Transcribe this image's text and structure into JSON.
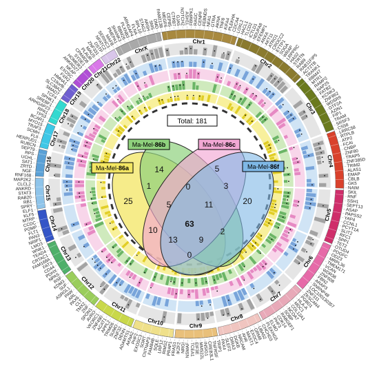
{
  "total": {
    "label": "Total: 181"
  },
  "colors": {
    "ring_grey": "#cfcfcf",
    "ring_yellow": "#f2e34a",
    "ring_green": "#a7d987",
    "ring_pink": "#f2b4d8",
    "ring_blue": "#a9cdec",
    "bar_yellow": "#d9c300",
    "bar_green": "#4aa34a",
    "bar_pink": "#e06fb6",
    "bar_blue": "#5b8fd0",
    "bar_grey": "#8c8c8c"
  },
  "sets": [
    {
      "prefix": "Ma-Mel-",
      "suffix": "86a",
      "fill": "#f3e663",
      "stroke": "#222222"
    },
    {
      "prefix": "Ma-Mel-",
      "suffix": "86b",
      "fill": "#8fd17d",
      "stroke": "#222222"
    },
    {
      "prefix": "Ma-Mel-",
      "suffix": "86c",
      "fill": "#f2a8d4",
      "stroke": "#222222"
    },
    {
      "prefix": "Ma-Mel-",
      "suffix": "86f",
      "fill": "#7fb8e6",
      "stroke": "#222222"
    }
  ],
  "venn_counts": [
    {
      "region": "a",
      "value": "25"
    },
    {
      "region": "b",
      "value": "14"
    },
    {
      "region": "c",
      "value": "5"
    },
    {
      "region": "f",
      "value": "20"
    },
    {
      "region": "ab",
      "value": "1"
    },
    {
      "region": "bc",
      "value": "0"
    },
    {
      "region": "cf",
      "value": "3"
    },
    {
      "region": "abc",
      "value": "5"
    },
    {
      "region": "bcf",
      "value": "11"
    },
    {
      "region": "abcf",
      "value": "63"
    },
    {
      "region": "ac",
      "value": "10"
    },
    {
      "region": "bf",
      "value": "2"
    },
    {
      "region": "acf",
      "value": "13"
    },
    {
      "region": "abf",
      "value": "9"
    },
    {
      "region": "af",
      "value": "0"
    }
  ],
  "chromosomes": [
    {
      "name": "Chr1",
      "color": "#a8893f",
      "size": 249
    },
    {
      "name": "Chr2",
      "color": "#8a7a2e",
      "size": 243
    },
    {
      "name": "Chr3",
      "color": "#6b7a1e",
      "size": 198
    },
    {
      "name": "Chr4",
      "color": "#d9412c",
      "size": 191
    },
    {
      "name": "Chr5",
      "color": "#cf2e6a",
      "size": 181
    },
    {
      "name": "Chr6",
      "color": "#e66aa8",
      "size": 171
    },
    {
      "name": "Chr7",
      "color": "#e8a9b8",
      "size": 159
    },
    {
      "name": "Chr8",
      "color": "#f0c5c0",
      "size": 146
    },
    {
      "name": "Chr9",
      "color": "#e9c07a",
      "size": 141
    },
    {
      "name": "Chr10",
      "color": "#efe08a",
      "size": 136
    },
    {
      "name": "Chr11",
      "color": "#c9d84a",
      "size": 135
    },
    {
      "name": "Chr12",
      "color": "#9acd5c",
      "size": 134
    },
    {
      "name": "Chr13",
      "color": "#4fb06a",
      "size": 115
    },
    {
      "name": "Chr14",
      "color": "#3455c7",
      "size": 107
    },
    {
      "name": "Chr15",
      "color": "#8fc4ea",
      "size": 102
    },
    {
      "name": "Chr16",
      "color": "#5aa0d6",
      "size": 90
    },
    {
      "name": "Chr17",
      "color": "#3fc7e6",
      "size": 83
    },
    {
      "name": "Chr18",
      "color": "#33d9d0",
      "size": 80
    },
    {
      "name": "Chr19",
      "color": "#6f5fd0",
      "size": 59
    },
    {
      "name": "Chr20",
      "color": "#b14fd6",
      "size": 64
    },
    {
      "name": "Chr21",
      "color": "#d978e8",
      "size": 47
    },
    {
      "name": "Chr22",
      "color": "#d9c6ea",
      "size": 51
    },
    {
      "name": "ChrX",
      "color": "#a9a9a9",
      "size": 155
    }
  ],
  "genes": [
    "FAM213B",
    "MEGF6",
    "CEP85",
    "CTRB7",
    "GJA5",
    "NOTCH2",
    "ASH1L",
    "FBMPK1",
    "RAGC",
    "CENPF",
    "FEBNDS",
    "NFA1",
    "GTRA",
    "AKNA",
    "TNF8",
    "KIFA4",
    "PLEKHA",
    "CDCA4",
    "LOXL2",
    "HACL1",
    "TLCD2",
    "ICTLD1",
    "NDUFA8",
    "EFEMP1",
    "ANXA",
    "AKT11",
    "ATRO1",
    "CROCC2",
    "ETTP1",
    "SOGA",
    "WRAP",
    "LRPPRC",
    "HAS2",
    "STRTN",
    "RAB9",
    "RAB11FIP5",
    "ACT2TB",
    "TRANK1",
    "RBM47",
    "MTR1",
    "RAMP2",
    "NAP25",
    "FATB2",
    "KCNK3",
    "ZNF862",
    "WDSR9",
    "GTF2A",
    "AZIN1",
    "FIP1",
    "TRAM",
    "SRSF3",
    "CS58",
    "LRRC58",
    "RTPLB",
    "ATP2",
    "FCAI",
    "CNBP",
    "ZNF80",
    "TRAP5",
    "ZNF385D",
    "TRIM2",
    "ALAS1",
    "EMAP",
    "CBLB",
    "GK5",
    "NAIM",
    "SKIL",
    "RNF",
    "SSH1",
    "SEPT13",
    "ASAP",
    "PAPSS2",
    "YAP4",
    "CCNL1",
    "PCYT1A",
    "SLIT2",
    "RFC1",
    "SPP1",
    "TET2",
    "OTUD4",
    "PDGFC",
    "ODZ3",
    "MRPL36",
    "TMEM171",
    "VCAN",
    "WDR36",
    "ZNF608",
    "FBN2",
    "ARAP3",
    "SNRNP48",
    "LOC100130357",
    "ZNF311",
    "ZKSCAN4",
    "PGBD1",
    "HLA-A",
    "MDC1",
    "COL12A1",
    "NCOA7",
    "SOBP",
    "RABGEF1",
    "CDK14",
    "PHF3",
    "ELMO",
    "PLEKHG5",
    "CHCHD3",
    "UBA52",
    "GRM8",
    "EXOC4",
    "MAST1",
    "AHR",
    "NRCAM",
    "DGKB",
    "DIRA3",
    "SLEF2",
    "PAX4",
    "TRIP1",
    "TNFRSF",
    "CREB3L1",
    "INSIG1",
    "MMS22L",
    "EIF3E",
    "TCEA1",
    "NSMAF",
    "NRGI",
    "IKZF2",
    "FRAS1",
    "PRAP1",
    "RIMS2",
    "LRP12",
    "SQLE",
    "FAM84B",
    "CNTNAP3",
    "SORT",
    "EXOSC3",
    "PHF2",
    "AKNA2",
    "ADAMTS1",
    "DENN",
    "ZNF32",
    "SUMO",
    "TRIM26",
    "APPL2",
    "ACAT1",
    "ZNF490",
    "VKORC1",
    "AVRO",
    "SPON1",
    "ZNF",
    "TMX2",
    "CLT",
    "PAX6",
    "ARL",
    "PAW",
    "ASRGL1",
    "SUF",
    "KDM3",
    "RSF",
    "NPAS",
    "PDHX",
    "CD44",
    "FAT3",
    "FAM168A",
    "CRTAC1",
    "TEAD4",
    "WNK1",
    "LMO3",
    "NRIP1",
    "PAN3",
    "FLT1",
    "POMP",
    "CCDC",
    "MTRP",
    "KLF5",
    "ELF1",
    "SPRY",
    "RB1",
    "RAB20",
    "STAT3",
    "ANKRD",
    "CLCL2",
    "MAP2K2",
    "RNF168",
    "NGF",
    "ZRTD",
    "SAT1",
    "UCHL",
    "RPS",
    "SEPT9",
    "RUBCN",
    "HERPUD1",
    "FLII",
    "SCMH",
    "TRAF3",
    "MYO15",
    "BCAR1",
    "TP53",
    "RPA1",
    "ARHGAP23",
    "SREBF1",
    "SPHK1",
    "TCF4",
    "SMAD7",
    "SLC38A2",
    "C19orf6",
    "HMHA1",
    "FXR2",
    "EXOSC",
    "NKAP",
    "ANKRD27",
    "HOMER3",
    "SYDE1",
    "CPAMD8",
    "PLAUR",
    "MAUS",
    "ZNF331",
    "DSTP",
    "NFATC2",
    "SERINC3",
    "MAFB",
    "PMEPA1",
    "SHANK3",
    "RBM26",
    "PLXNB3",
    "ARHGAP4",
    "FLNA",
    "RPL10",
    "STAG2",
    "ARSH",
    "SMS",
    "DMD"
  ]
}
